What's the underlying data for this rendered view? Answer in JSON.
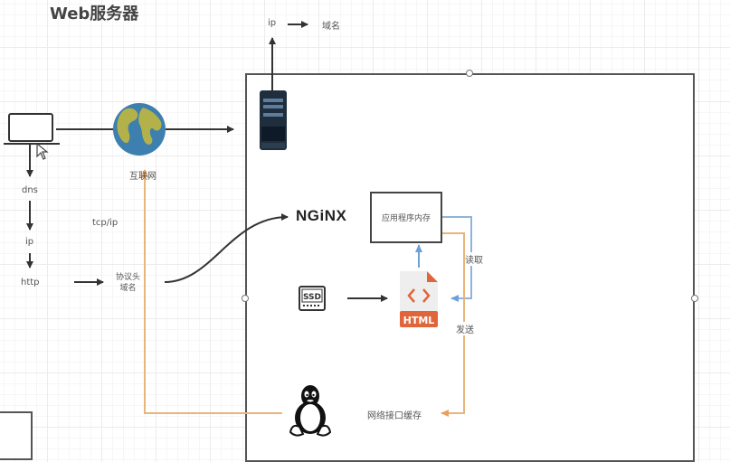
{
  "diagram": {
    "title": "Web服务器",
    "top_labels": {
      "ip": "ip",
      "domain": "域名"
    },
    "client_flow": {
      "dns": "dns",
      "ip": "ip",
      "http": "http"
    },
    "internet_label": "互联网",
    "tcpip_label": "tcp/ip",
    "protocol_header": {
      "line1": "协议头",
      "line2": "域名"
    },
    "nginx_label": "NGiNX",
    "app_memory_label": "应用程序内存",
    "read_label": "读取",
    "send_label": "发送",
    "html_label": "HTML",
    "ssd_label": "SSD",
    "network_cache_label": "网络接口缓存",
    "icons": [
      "laptop-icon",
      "cursor-icon",
      "globe-icon",
      "server-icon",
      "nginx-logo",
      "ssd-icon",
      "html-file-icon",
      "linux-tux-icon"
    ],
    "colors": {
      "send_path": "#e8b57a",
      "read_path": "#8fb3de",
      "html_accent": "#e0653a",
      "box_border": "#555555"
    }
  }
}
